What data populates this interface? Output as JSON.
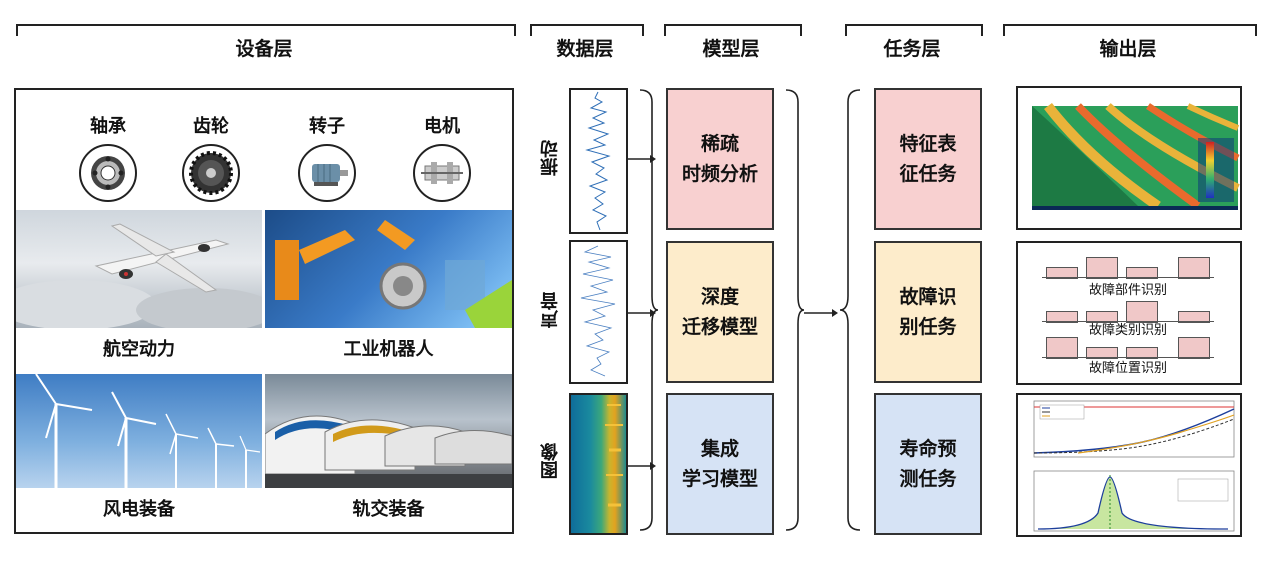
{
  "headers": {
    "device": "设备层",
    "data": "数据层",
    "model": "模型层",
    "task": "任务层",
    "output": "输出层"
  },
  "components": [
    {
      "label": "轴承",
      "icon": "bearing-icon"
    },
    {
      "label": "齿轮",
      "icon": "gear-icon"
    },
    {
      "label": "转子",
      "icon": "rotor-icon"
    },
    {
      "label": "电机",
      "icon": "motor-icon"
    }
  ],
  "equipment": [
    {
      "label": "航空动力",
      "image": "airplane-photo"
    },
    {
      "label": "工业机器人",
      "image": "industrial-robot-photo"
    },
    {
      "label": "风电装备",
      "image": "wind-turbine-photo"
    },
    {
      "label": "轨交装备",
      "image": "high-speed-train-photo"
    }
  ],
  "data_types": [
    {
      "label": "振动"
    },
    {
      "label": "声音"
    },
    {
      "label": "图像"
    }
  ],
  "models": [
    {
      "line1": "稀疏",
      "line2": "时频分析",
      "color": "#f8d0d0"
    },
    {
      "line1": "深度",
      "line2": "迁移模型",
      "color": "#fdeccb"
    },
    {
      "line1": "集成",
      "line2": "学习模型",
      "color": "#d6e3f5"
    }
  ],
  "tasks": [
    {
      "line1": "特征表",
      "line2": "征任务",
      "color": "#f8d0d0"
    },
    {
      "line1": "故障识",
      "line2": "别任务",
      "color": "#fdeccb"
    },
    {
      "line1": "寿命预",
      "line2": "测任务",
      "color": "#d6e3f5"
    }
  ],
  "outputs": {
    "fault_labels": [
      "故障部件识别",
      "故障类别识别",
      "故障位置识别"
    ]
  }
}
